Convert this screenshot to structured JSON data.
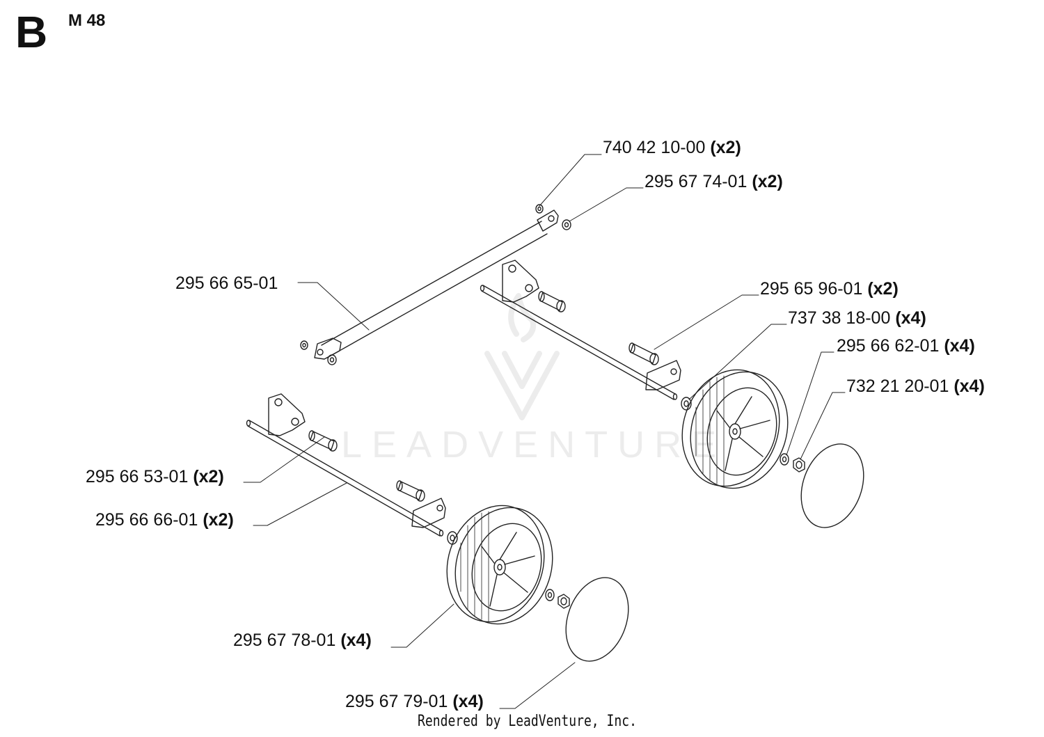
{
  "header": {
    "section_letter": "B",
    "model": "M 48"
  },
  "callouts": [
    {
      "part": "740 42 10-00",
      "qty": "(x2)"
    },
    {
      "part": "295 67 74-01",
      "qty": "(x2)"
    },
    {
      "part": "295 66 65-01",
      "qty": ""
    },
    {
      "part": "295 65 96-01",
      "qty": "(x2)"
    },
    {
      "part": "737 38 18-00",
      "qty": "(x4)"
    },
    {
      "part": "295 66 62-01",
      "qty": "(x4)"
    },
    {
      "part": "732 21 20-01",
      "qty": "(x4)"
    },
    {
      "part": "295 66 53-01",
      "qty": "(x2)"
    },
    {
      "part": "295 66 66-01",
      "qty": "(x2)"
    },
    {
      "part": "295 67 78-01",
      "qty": "(x4)"
    },
    {
      "part": "295 67 79-01",
      "qty": "(x4)"
    }
  ],
  "watermark": {
    "text": "LEADVENTURE"
  },
  "footer": {
    "credit": "Rendered by LeadVenture, Inc."
  },
  "colors": {
    "line": "#222222",
    "watermark": "#ececec"
  }
}
